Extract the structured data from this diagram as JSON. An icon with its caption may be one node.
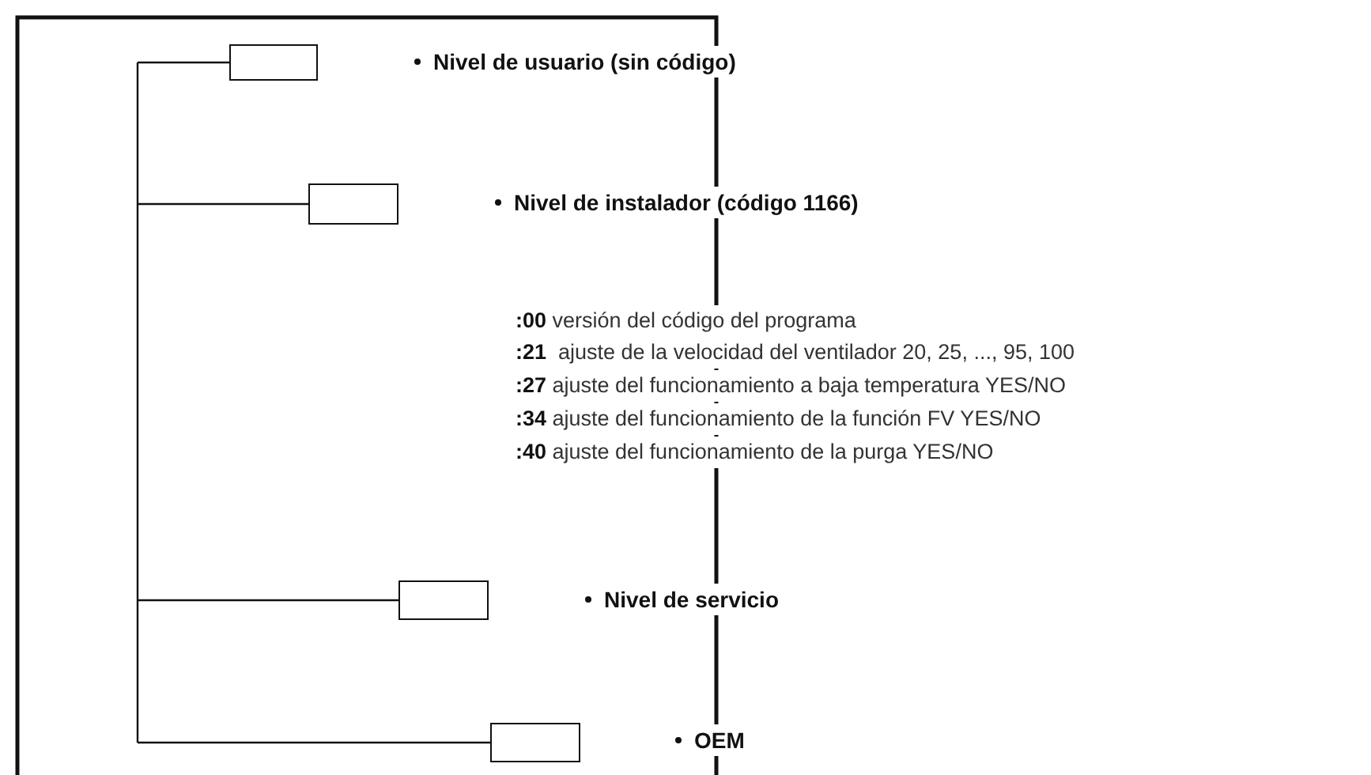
{
  "diagram": {
    "nodes": [
      {
        "text": [],
        "shape": "box"
      },
      {
        "text": [],
        "shape": "box"
      },
      {
        "text": [],
        "shape": "box"
      },
      {
        "text": [],
        "shape": "box"
      }
    ],
    "edges": [
      {
        "from": null,
        "to": 0,
        "arrow": "none"
      },
      {
        "from": null,
        "to": 1,
        "arrow": "none"
      },
      {
        "from": null,
        "to": 2,
        "arrow": "none"
      },
      {
        "from": null,
        "to": 3,
        "arrow": "none"
      }
    ],
    "labels": [
      "Nivel de usuario (sin código)",
      "Nivel de instalador (código 1166)",
      "**:00** versión del código del programa",
      "**:21**  ajuste de la velocidad del ventilador 20, 25, ..., 95, 100",
      "**:27** ajuste del funcionamiento a baja temperatura YES/NO",
      "**:34** ajuste del funcionamiento de la función FV YES/NO",
      "**:40** ajuste del funcionamiento de la purga YES/NO",
      "Nivel de servicio",
      "OEM"
    ]
  }
}
